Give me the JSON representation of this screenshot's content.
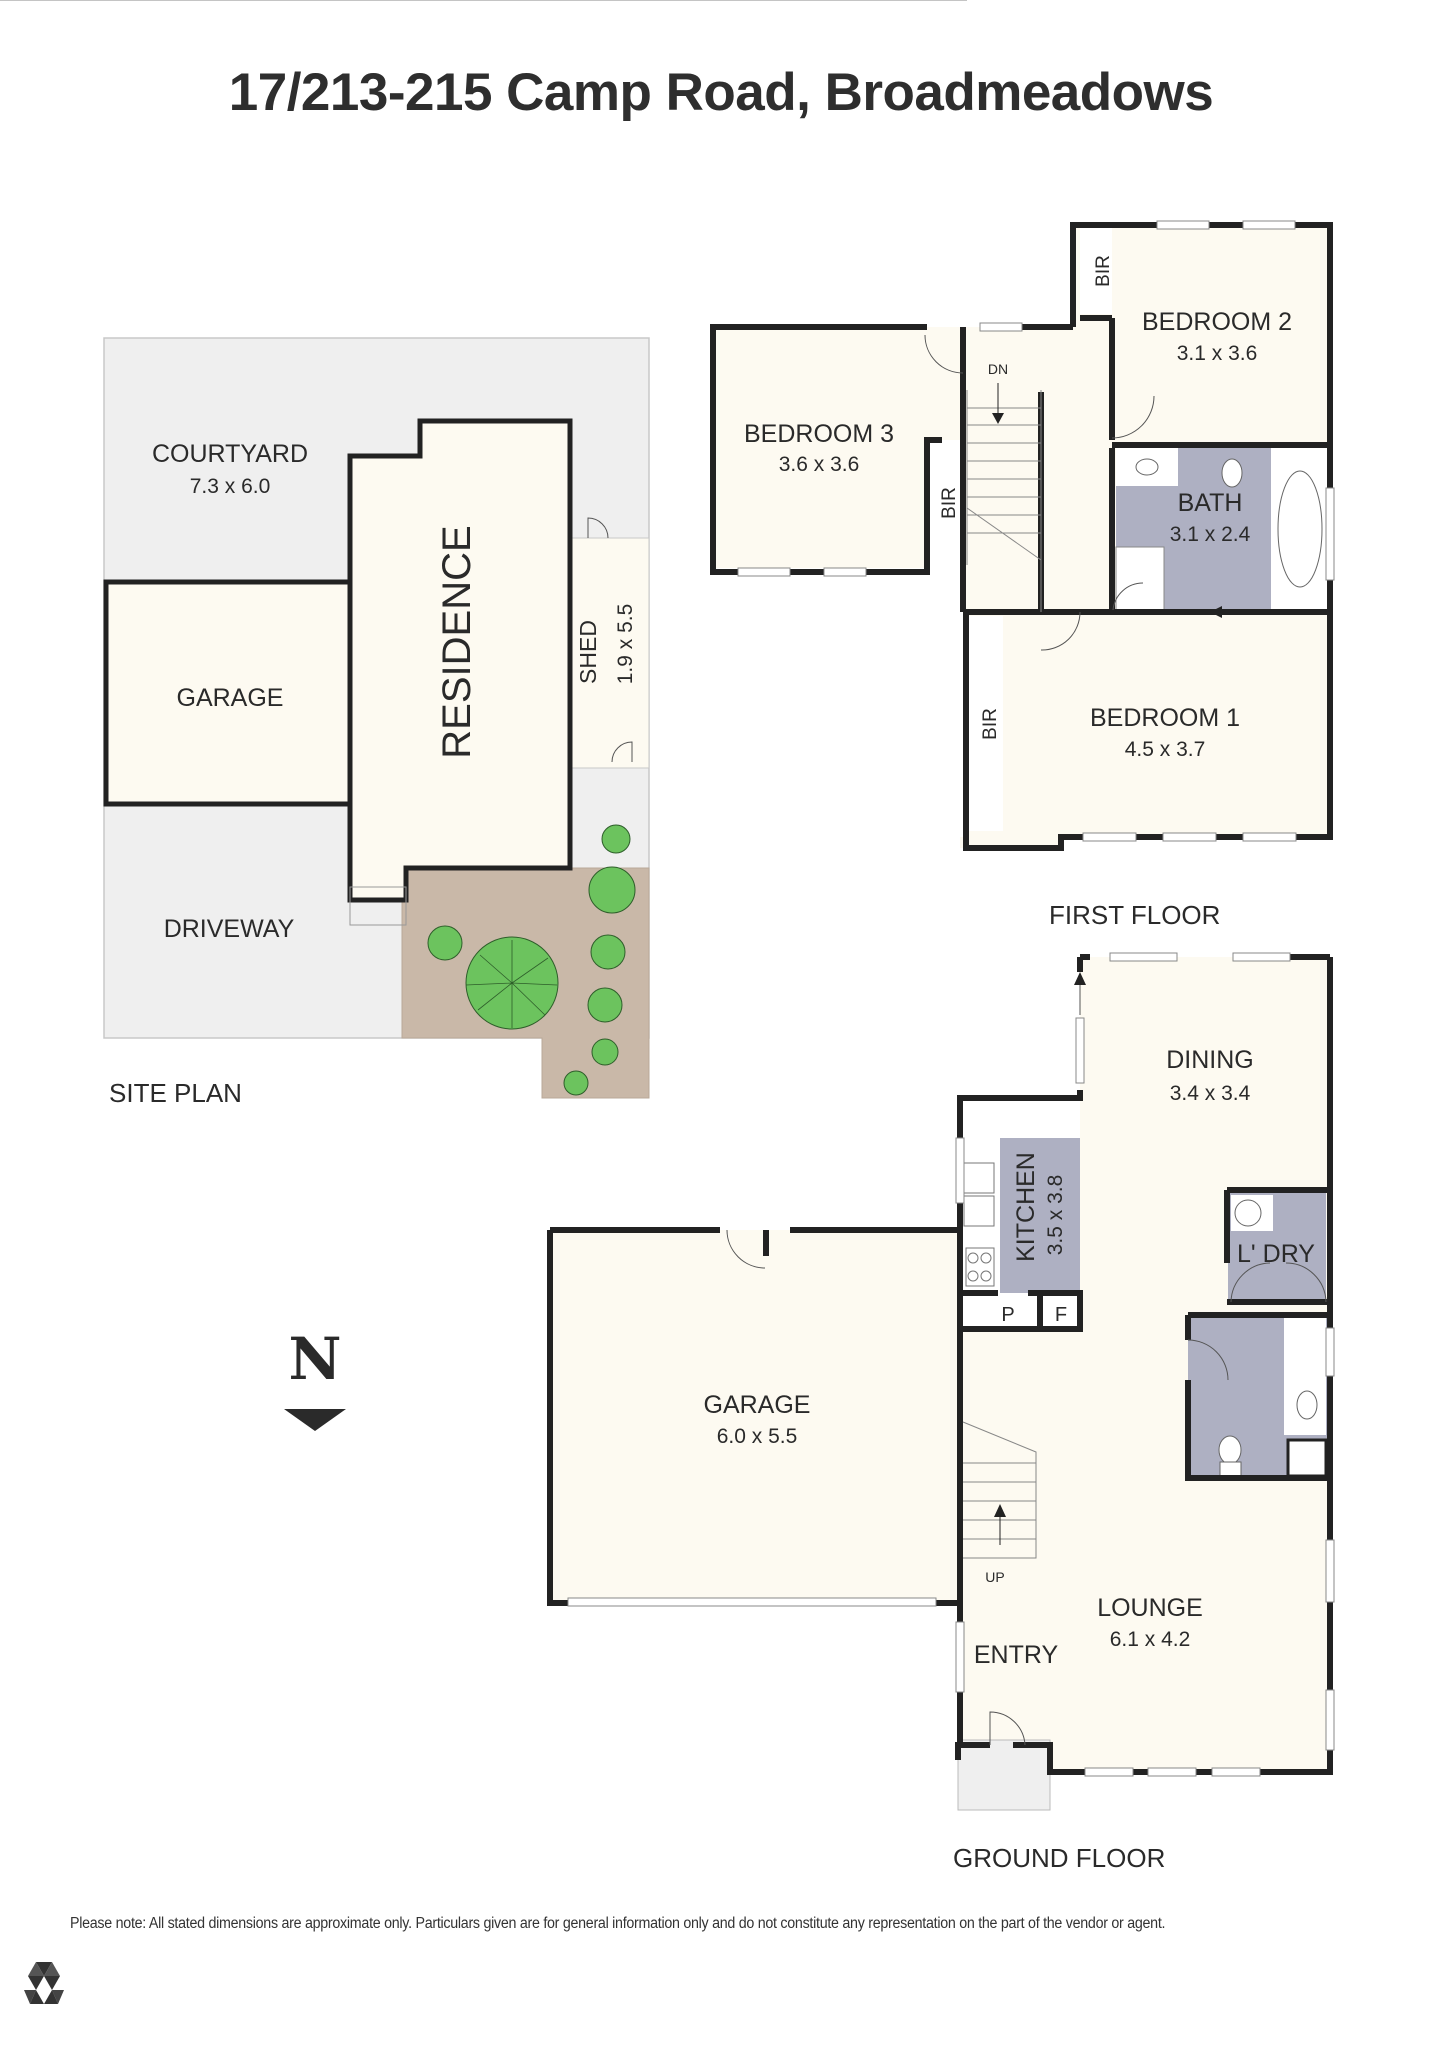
{
  "title": "17/213-215 Camp Road, Broadmeadows",
  "colors": {
    "wall": "#222222",
    "room_fill": "#fdfaf1",
    "wet_area": "#aeb0c2",
    "outdoor": "#efefef",
    "garden": "#c9b8a8",
    "tree": "#6cc35e"
  },
  "site_plan": {
    "caption": "SITE PLAN",
    "areas": [
      {
        "name": "COURTYARD",
        "dims": "7.3 x 6.0"
      },
      {
        "name": "GARAGE",
        "dims": ""
      },
      {
        "name": "RESIDENCE",
        "dims": ""
      },
      {
        "name": "SHED",
        "dims": "1.9 x 5.5"
      },
      {
        "name": "DRIVEWAY",
        "dims": ""
      }
    ]
  },
  "first_floor": {
    "caption": "FIRST FLOOR",
    "rooms": [
      {
        "name": "BEDROOM 2",
        "dims": "3.1 x 3.6"
      },
      {
        "name": "BEDROOM 3",
        "dims": "3.6 x 3.6"
      },
      {
        "name": "BATH",
        "dims": "3.1 x 2.4"
      },
      {
        "name": "BEDROOM 1",
        "dims": "4.5 x 3.7"
      }
    ],
    "labels": {
      "bir_1": "BIR",
      "bir_2": "BIR",
      "bir_3": "BIR",
      "stairs": "DN"
    }
  },
  "ground_floor": {
    "caption": "GROUND FLOOR",
    "rooms": [
      {
        "name": "DINING",
        "dims": "3.4 x 3.4"
      },
      {
        "name": "KITCHEN",
        "dims": "3.5 x 3.8"
      },
      {
        "name": "L' DRY",
        "dims": ""
      },
      {
        "name": "GARAGE",
        "dims": "6.0 x 5.5"
      },
      {
        "name": "LOUNGE",
        "dims": "6.1 x 4.2"
      },
      {
        "name": "ENTRY",
        "dims": ""
      }
    ],
    "labels": {
      "pantry": "P",
      "fridge": "F",
      "stairs": "UP"
    }
  },
  "compass": {
    "letter": "N"
  },
  "disclaimer": "Please note: All stated dimensions are approximate only. Particulars given are for general information only and do not constitute any representation on the part of the vendor or agent."
}
